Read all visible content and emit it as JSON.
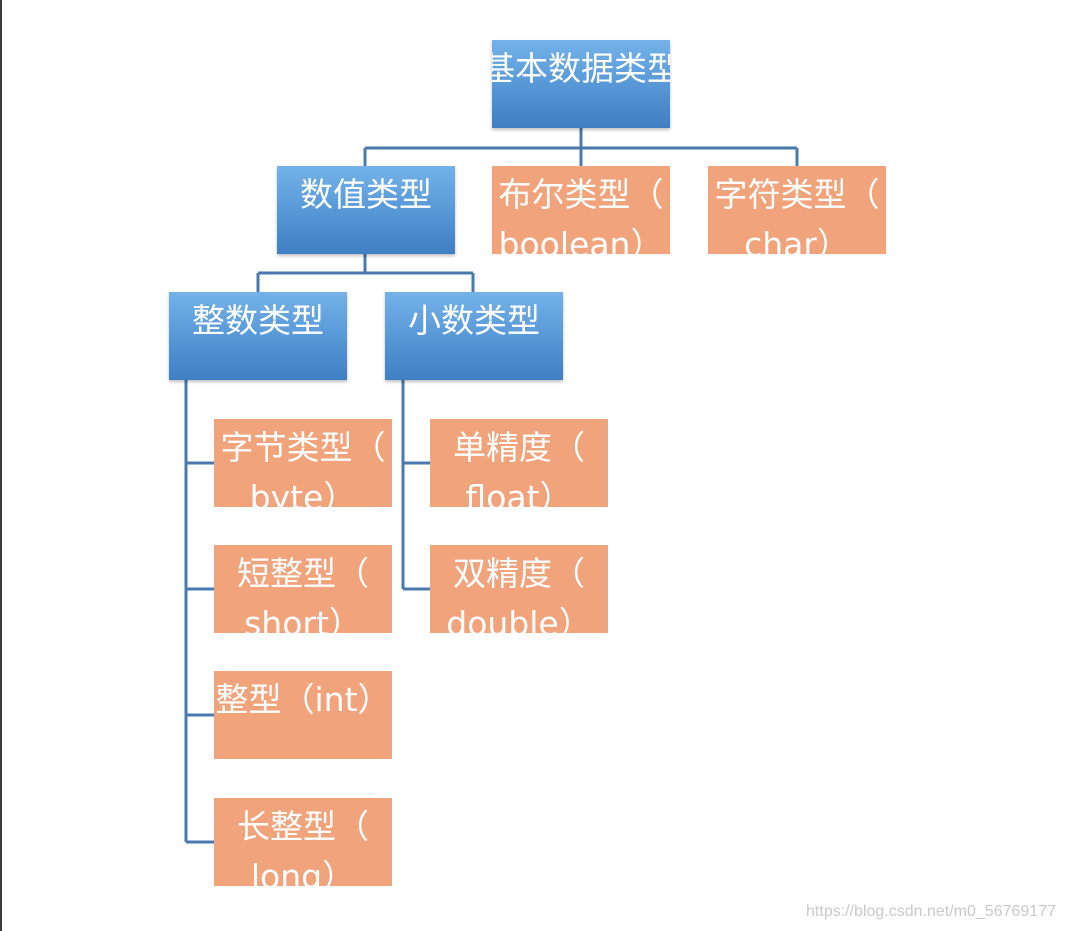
{
  "diagram": {
    "root": {
      "line1": "基本数据类型",
      "line2": ""
    },
    "numeric": {
      "line1": "数值类型",
      "line2": ""
    },
    "boolean": {
      "line1": "布尔类型（",
      "line2": "boolean）"
    },
    "char": {
      "line1": "字符类型（",
      "line2": "char）"
    },
    "integer": {
      "line1": "整数类型",
      "line2": ""
    },
    "decimal": {
      "line1": "小数类型",
      "line2": ""
    },
    "byte": {
      "line1": "字节类型（",
      "line2": "byte）"
    },
    "short": {
      "line1": "短整型（",
      "line2": "short）"
    },
    "int": {
      "line1": "整型（int）",
      "line2": ""
    },
    "long": {
      "line1": "长整型（",
      "line2": "long）"
    },
    "float": {
      "line1": "单精度（",
      "line2": "float）"
    },
    "double": {
      "line1": "双精度（",
      "line2": "double）"
    }
  },
  "colors": {
    "blue_box": "#5b9bd9",
    "orange_box": "#f1a37c",
    "connector": "#4a79ad"
  },
  "watermark": "https://blog.csdn.net/m0_56769177"
}
